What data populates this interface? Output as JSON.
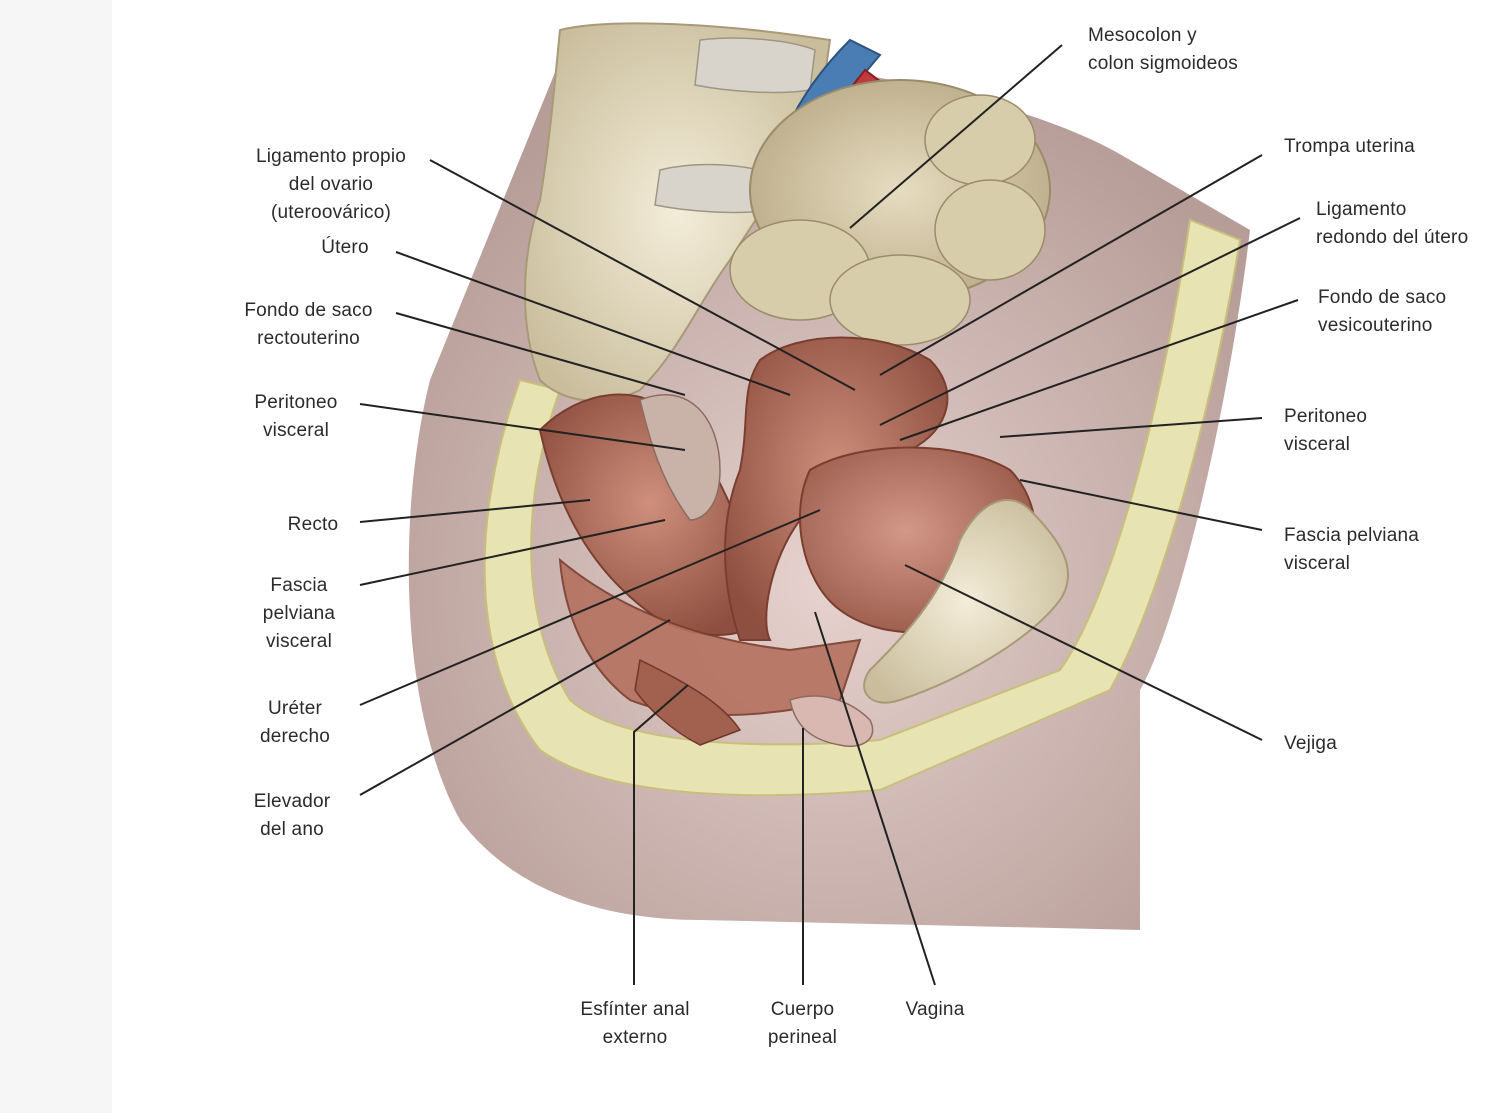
{
  "labels": {
    "mesocolon": "Mesocolon y\ncolon sigmoideos",
    "ovarian_ligament": "Ligamento propio\ndel ovario\n(uteroovárico)",
    "uterus": "Útero",
    "rectouterine_pouch": "Fondo de saco\nrectouterino",
    "peritoneum_left": "Peritoneo\nvisceral",
    "rectum": "Recto",
    "pelvic_fascia_left": "Fascia\npelviana\nvisceral",
    "right_ureter": "Uréter\nderecho",
    "levator_ani": "Elevador\ndel ano",
    "uterine_tube": "Trompa uterina",
    "round_ligament": "Ligamento\nredondo del útero",
    "vesicouterine_pouch": "Fondo de saco\nvesicouterino",
    "peritoneum_right": "Peritoneo\nvisceral",
    "pelvic_fascia_right": "Fascia pelviana\nvisceral",
    "bladder": "Vejiga",
    "external_anal_sphincter": "Esfínter anal\nexterno",
    "perineal_body": "Cuerpo\nperineal",
    "vagina": "Vagina"
  },
  "colors": {
    "skin": "#d9c2bd",
    "muscle": "#b5715f",
    "bone": "#e6dcc3",
    "fat": "#e8e3b2",
    "artery": "#c0393b",
    "vein": "#4a7db3",
    "leader_line": "#222222"
  }
}
